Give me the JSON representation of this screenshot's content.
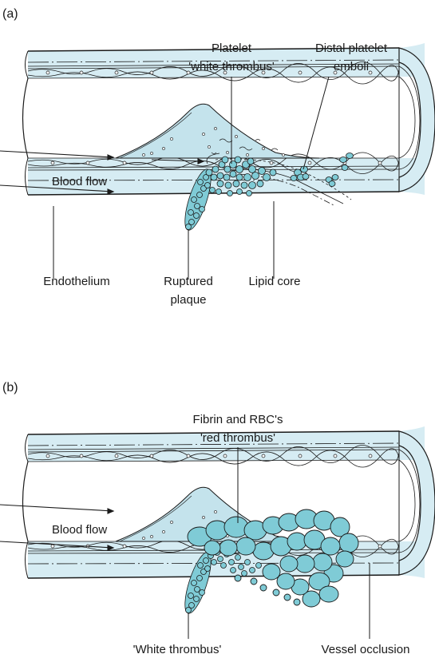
{
  "panel_a": {
    "letter": "(a)",
    "labels": {
      "platelet_line1": "Platelet",
      "platelet_line2": "'white thrombus'",
      "distal_line1": "Distal platelet",
      "distal_line2": "emboli",
      "blood_flow": "Blood flow",
      "endothelium": "Endothelium",
      "ruptured_line1": "Ruptured",
      "ruptured_line2": "plaque",
      "lipid_core": "Lipid core"
    }
  },
  "panel_b": {
    "letter": "(b)",
    "labels": {
      "fibrin_line1": "Fibrin and RBC's",
      "fibrin_line2": "'red thrombus'",
      "blood_flow": "Blood flow",
      "white_thrombus": "'White thrombus'",
      "vessel_occlusion": "Vessel occlusion"
    }
  },
  "colors": {
    "vessel_wall": "#d6ecf3",
    "plaque": "#c4e3ec",
    "thrombus_cell": "#7fcbd6",
    "outline": "#1a1a1a"
  }
}
